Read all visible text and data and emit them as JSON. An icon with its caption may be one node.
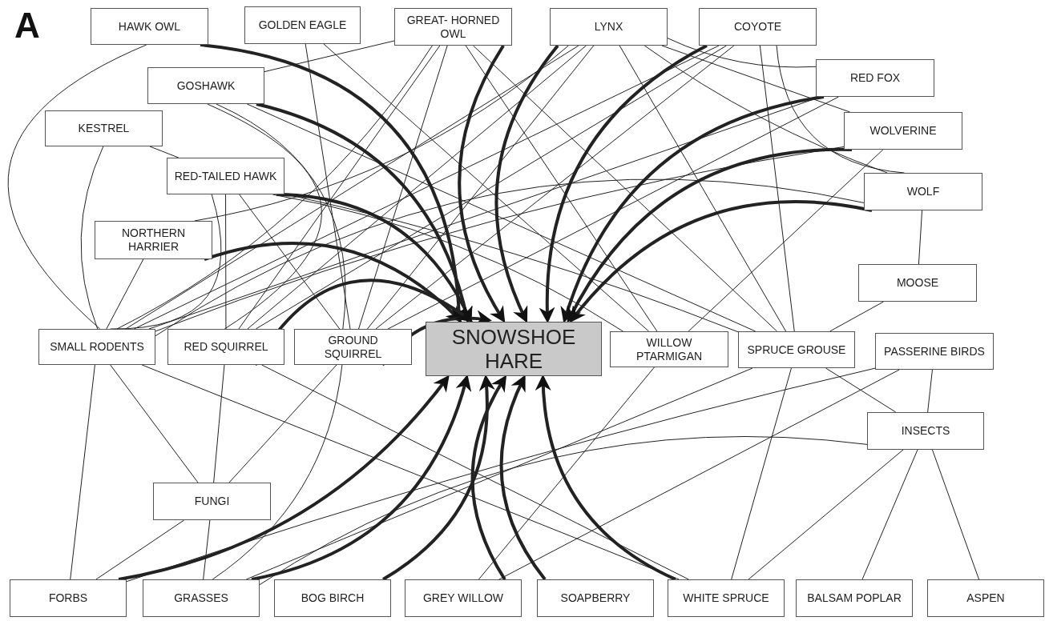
{
  "diagram": {
    "nodes": [
      {
        "text": [
          "HAWK OWL"
        ]
      },
      {
        "text": [
          "GOLDEN EAGLE"
        ]
      },
      {
        "text": [
          "GREAT- HORNED OWL"
        ]
      },
      {
        "text": [
          "LYNX"
        ]
      },
      {
        "text": [
          "COYOTE"
        ]
      },
      {
        "text": [
          "GOSHAWK"
        ]
      },
      {
        "text": [
          "RED FOX"
        ]
      },
      {
        "text": [
          "KESTREL"
        ]
      },
      {
        "text": [
          "WOLVERINE"
        ]
      },
      {
        "text": [
          "RED-TAILED HAWK"
        ]
      },
      {
        "text": [
          "WOLF"
        ]
      },
      {
        "text": [
          "NORTHERN HARRIER"
        ]
      },
      {
        "text": [
          "MOOSE"
        ]
      },
      {
        "text": [
          "SMALL RODENTS"
        ]
      },
      {
        "text": [
          "RED SQUIRREL"
        ]
      },
      {
        "text": [
          "GROUND SQUIRREL"
        ]
      },
      {
        "text": [
          "SNOWSHOE HARE"
        ]
      },
      {
        "text": [
          "WILLOW PTARMIGAN"
        ]
      },
      {
        "text": [
          "SPRUCE GROUSE"
        ]
      },
      {
        "text": [
          "PASSERINE BIRDS"
        ]
      },
      {
        "text": [
          "INSECTS"
        ]
      },
      {
        "text": [
          "FUNGI"
        ]
      },
      {
        "text": [
          "FORBS"
        ]
      },
      {
        "text": [
          "GRASSES"
        ]
      },
      {
        "text": [
          "BOG BIRCH"
        ]
      },
      {
        "text": [
          "GREY WILLOW"
        ]
      },
      {
        "text": [
          "SOAPBERRY"
        ]
      },
      {
        "text": [
          "WHITE SPRUCE"
        ]
      },
      {
        "text": [
          "BALSAM POPLAR"
        ]
      },
      {
        "text": [
          "ASPEN"
        ]
      }
    ],
    "edges": [
      {
        "from": 11,
        "to": 16,
        "arrow": "to",
        "style": "thick"
      },
      {
        "from": 9,
        "to": 16,
        "arrow": "to",
        "style": "thick"
      },
      {
        "from": 5,
        "to": 16,
        "arrow": "to",
        "style": "thick"
      },
      {
        "from": 0,
        "to": 16,
        "arrow": "to",
        "style": "thick"
      },
      {
        "from": 2,
        "to": 16,
        "arrow": "to",
        "style": "thick"
      },
      {
        "from": 3,
        "to": 16,
        "arrow": "to",
        "style": "thick"
      },
      {
        "from": 4,
        "to": 16,
        "arrow": "to",
        "style": "thick"
      },
      {
        "from": 6,
        "to": 16,
        "arrow": "to",
        "style": "thick"
      },
      {
        "from": 8,
        "to": 16,
        "arrow": "to",
        "style": "thick"
      },
      {
        "from": 10,
        "to": 16,
        "arrow": "to",
        "style": "thick"
      },
      {
        "from": 15,
        "to": 16,
        "arrow": "to",
        "style": "thick"
      },
      {
        "from": 14,
        "to": 16,
        "arrow": "to",
        "style": "thick"
      },
      {
        "from": 22,
        "to": 16,
        "arrow": "to",
        "style": "thick"
      },
      {
        "from": 23,
        "to": 16,
        "arrow": "to",
        "style": "thick"
      },
      {
        "from": 24,
        "to": 16,
        "arrow": "to",
        "style": "thick"
      },
      {
        "from": 25,
        "to": 16,
        "arrow": "to",
        "style": "thick"
      },
      {
        "from": 26,
        "to": 16,
        "arrow": "to",
        "style": "thick"
      },
      {
        "from": 27,
        "to": 16,
        "arrow": "to",
        "style": "thick"
      },
      {
        "from": 0,
        "to": 13,
        "arrow": "none"
      },
      {
        "from": 1,
        "to": 15,
        "arrow": "none"
      },
      {
        "from": 1,
        "to": 17,
        "arrow": "none"
      },
      {
        "from": 2,
        "to": 5,
        "arrow": "none"
      },
      {
        "from": 2,
        "to": 13,
        "arrow": "none"
      },
      {
        "from": 2,
        "to": 14,
        "arrow": "none"
      },
      {
        "from": 2,
        "to": 15,
        "arrow": "none"
      },
      {
        "from": 2,
        "to": 17,
        "arrow": "none"
      },
      {
        "from": 2,
        "to": 18,
        "arrow": "none"
      },
      {
        "from": 5,
        "to": 14,
        "arrow": "none"
      },
      {
        "from": 5,
        "to": 15,
        "arrow": "none"
      },
      {
        "from": 5,
        "to": 18,
        "arrow": "none"
      },
      {
        "from": 7,
        "to": 13,
        "arrow": "none"
      },
      {
        "from": 7,
        "to": 9,
        "arrow": "none"
      },
      {
        "from": 9,
        "to": 13,
        "arrow": "none"
      },
      {
        "from": 9,
        "to": 14,
        "arrow": "none"
      },
      {
        "from": 9,
        "to": 15,
        "arrow": "none"
      },
      {
        "from": 9,
        "to": 17,
        "arrow": "none"
      },
      {
        "from": 9,
        "to": 18,
        "arrow": "none"
      },
      {
        "from": 11,
        "to": 13,
        "arrow": "none"
      },
      {
        "from": 11,
        "to": 3,
        "arrow": "none"
      },
      {
        "from": 3,
        "to": 13,
        "arrow": "none"
      },
      {
        "from": 3,
        "to": 14,
        "arrow": "none"
      },
      {
        "from": 3,
        "to": 15,
        "arrow": "none"
      },
      {
        "from": 3,
        "to": 6,
        "arrow": "none"
      },
      {
        "from": 3,
        "to": 8,
        "arrow": "none"
      },
      {
        "from": 3,
        "to": 10,
        "arrow": "none"
      },
      {
        "from": 3,
        "to": 18,
        "arrow": "none"
      },
      {
        "from": 4,
        "to": 13,
        "arrow": "none"
      },
      {
        "from": 4,
        "to": 14,
        "arrow": "none"
      },
      {
        "from": 4,
        "to": 15,
        "arrow": "none"
      },
      {
        "from": 4,
        "to": 18,
        "arrow": "none"
      },
      {
        "from": 4,
        "to": 10,
        "arrow": "none"
      },
      {
        "from": 6,
        "to": 13,
        "arrow": "none"
      },
      {
        "from": 6,
        "to": 15,
        "arrow": "none"
      },
      {
        "from": 8,
        "to": 13,
        "arrow": "none"
      },
      {
        "from": 8,
        "to": 17,
        "arrow": "none"
      },
      {
        "from": 10,
        "to": 12,
        "arrow": "none"
      },
      {
        "from": 10,
        "to": 13,
        "arrow": "none"
      },
      {
        "from": 12,
        "to": 18,
        "arrow": "none"
      },
      {
        "from": 13,
        "to": 22,
        "arrow": "none"
      },
      {
        "from": 13,
        "to": 21,
        "arrow": "none"
      },
      {
        "from": 13,
        "to": 27,
        "arrow": "none"
      },
      {
        "from": 14,
        "to": 21,
        "arrow": "none"
      },
      {
        "from": 14,
        "to": 27,
        "arrow": "none"
      },
      {
        "from": 15,
        "to": 21,
        "arrow": "none"
      },
      {
        "from": 15,
        "to": 23,
        "arrow": "none"
      },
      {
        "from": 17,
        "to": 25,
        "arrow": "none"
      },
      {
        "from": 18,
        "to": 27,
        "arrow": "none"
      },
      {
        "from": 18,
        "to": 23,
        "arrow": "none"
      },
      {
        "from": 18,
        "to": 20,
        "arrow": "none"
      },
      {
        "from": 19,
        "to": 20,
        "arrow": "none"
      },
      {
        "from": 19,
        "to": 22,
        "arrow": "none"
      },
      {
        "from": 19,
        "to": 25,
        "arrow": "none"
      },
      {
        "from": 20,
        "to": 27,
        "arrow": "none"
      },
      {
        "from": 20,
        "to": 28,
        "arrow": "none"
      },
      {
        "from": 20,
        "to": 29,
        "arrow": "none"
      },
      {
        "from": 20,
        "to": 23,
        "arrow": "none"
      },
      {
        "from": 21,
        "to": 22,
        "arrow": "none"
      },
      {
        "from": 21,
        "to": 23,
        "arrow": "none"
      }
    ],
    "labels": [
      "A"
    ]
  }
}
